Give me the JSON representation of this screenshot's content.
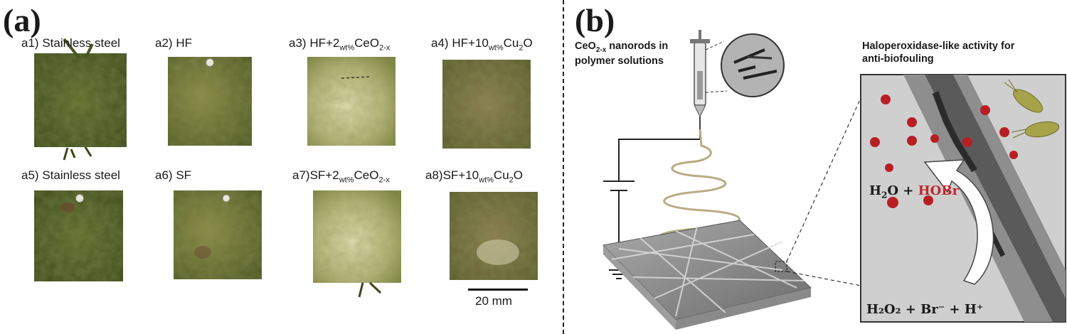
{
  "panel_a": {
    "letter": "(a)",
    "labels": [
      {
        "prefix": "a1)",
        "text": "Stainless steel"
      },
      {
        "prefix": "a2)",
        "text": "HF"
      },
      {
        "prefix": "a3)",
        "main": "HF+2",
        "sub1": "wt%",
        "mid": "CeO",
        "sub2": "2-x"
      },
      {
        "prefix": "a4)",
        "main": "HF+10",
        "sub1": "wt%",
        "mid": "Cu",
        "sub2": "2",
        "tail": "O"
      },
      {
        "prefix": "a5)",
        "text": "Stainless steel"
      },
      {
        "prefix": "a6)",
        "text": "SF"
      },
      {
        "prefix": "a7)",
        "main": "SF+2",
        "sub1": "wt%",
        "mid": "CeO",
        "sub2": "2-x"
      },
      {
        "prefix": "a8)",
        "main": "SF+10",
        "sub1": "wt%",
        "mid": "Cu",
        "sub2": "2",
        "tail": "O"
      }
    ],
    "scale_label": "20 mm",
    "colors": {
      "fouled_dark": "#4f5a25",
      "fouled_light": "#c9c68a",
      "moss": "#6b7530"
    }
  },
  "panel_b": {
    "letter": "(b)",
    "syringe_note": {
      "pre": "CeO",
      "sub": "2-x",
      "post": " nanorods in",
      "line2": "polymer solutions"
    },
    "activity_note": {
      "line1": "Haloperoxidase-like activity for",
      "line2": "anti-biofouling"
    },
    "reaction_top": {
      "a": "H",
      "a_sub": "2",
      "b": "O + ",
      "hobr": "HOBr"
    },
    "reaction_bottom": {
      "text": "H₂O₂ + Br⁻ + H⁺"
    },
    "colors": {
      "hobr": "#c0282d",
      "droplet": "#b81f24",
      "bacteria": "#9c9a3a"
    }
  }
}
